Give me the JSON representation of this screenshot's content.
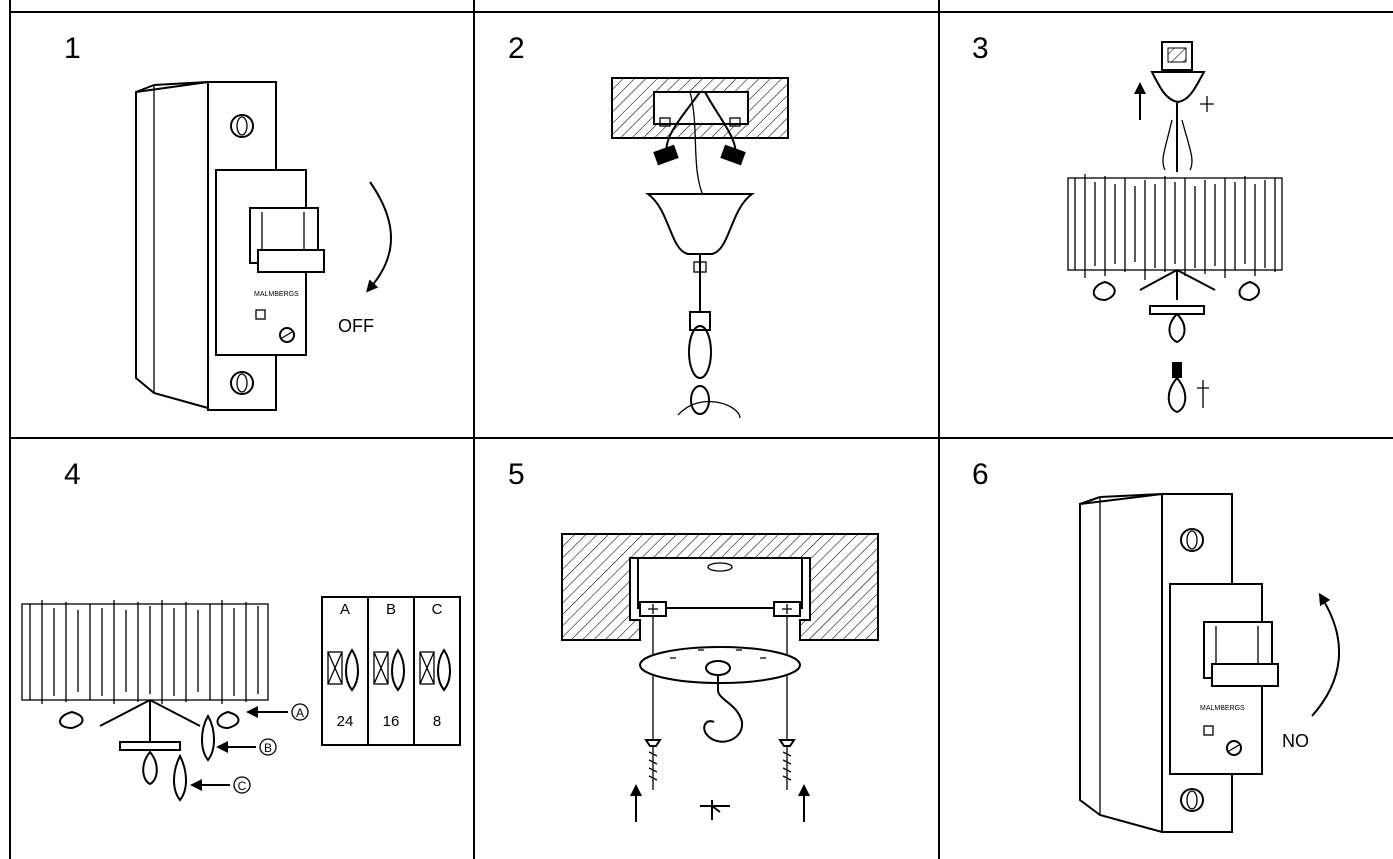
{
  "steps": [
    {
      "number": "1",
      "label": "OFF"
    },
    {
      "number": "2"
    },
    {
      "number": "3"
    },
    {
      "number": "4"
    },
    {
      "number": "5"
    },
    {
      "number": "6",
      "label": "NO"
    }
  ],
  "breaker_brand": "MALMBERGS",
  "bulb_table": {
    "headers": [
      "A",
      "B",
      "C"
    ],
    "counts": [
      "24",
      "16",
      "8"
    ]
  },
  "callouts": [
    "A",
    "B",
    "C"
  ]
}
